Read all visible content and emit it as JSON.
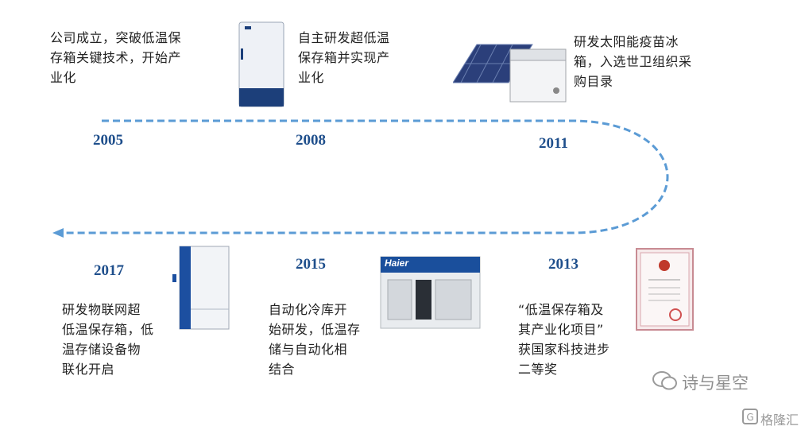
{
  "timeline": [
    {
      "year": "2005",
      "text": [
        "公司成立，突破低温保",
        "存箱关键技术，开始产",
        "业化"
      ],
      "image": "none"
    },
    {
      "year": "2008",
      "text": [
        "自主研发超低温",
        "保存箱并实现产",
        "业化"
      ],
      "image": "ultra-low-freezer-icon"
    },
    {
      "year": "2011",
      "text": [
        "研发太阳能疫苗冰",
        "箱，入选世卫组织采",
        "购目录"
      ],
      "image": "solar-vaccine-fridge-icon"
    },
    {
      "year": "2013",
      "text": [
        "“低温保存箱及",
        "其产业化项目”",
        "获国家科技进步",
        "二等奖"
      ],
      "image": "certificate-icon"
    },
    {
      "year": "2015",
      "text": [
        "自动化冷库开",
        "始研发，低温存",
        "储与自动化相",
        "结合"
      ],
      "image": "automated-cold-store-icon"
    },
    {
      "year": "2017",
      "text": [
        "研发物联网超",
        "低温保存箱，低",
        "温存储设备物",
        "联化开启"
      ],
      "image": "iot-freezer-icon"
    }
  ],
  "brand_label": "Haier",
  "watermark": {
    "wechat": "诗与星空",
    "site": "格隆汇"
  },
  "colors": {
    "line": "#5b9bd5",
    "year": "#1f4f8c"
  }
}
